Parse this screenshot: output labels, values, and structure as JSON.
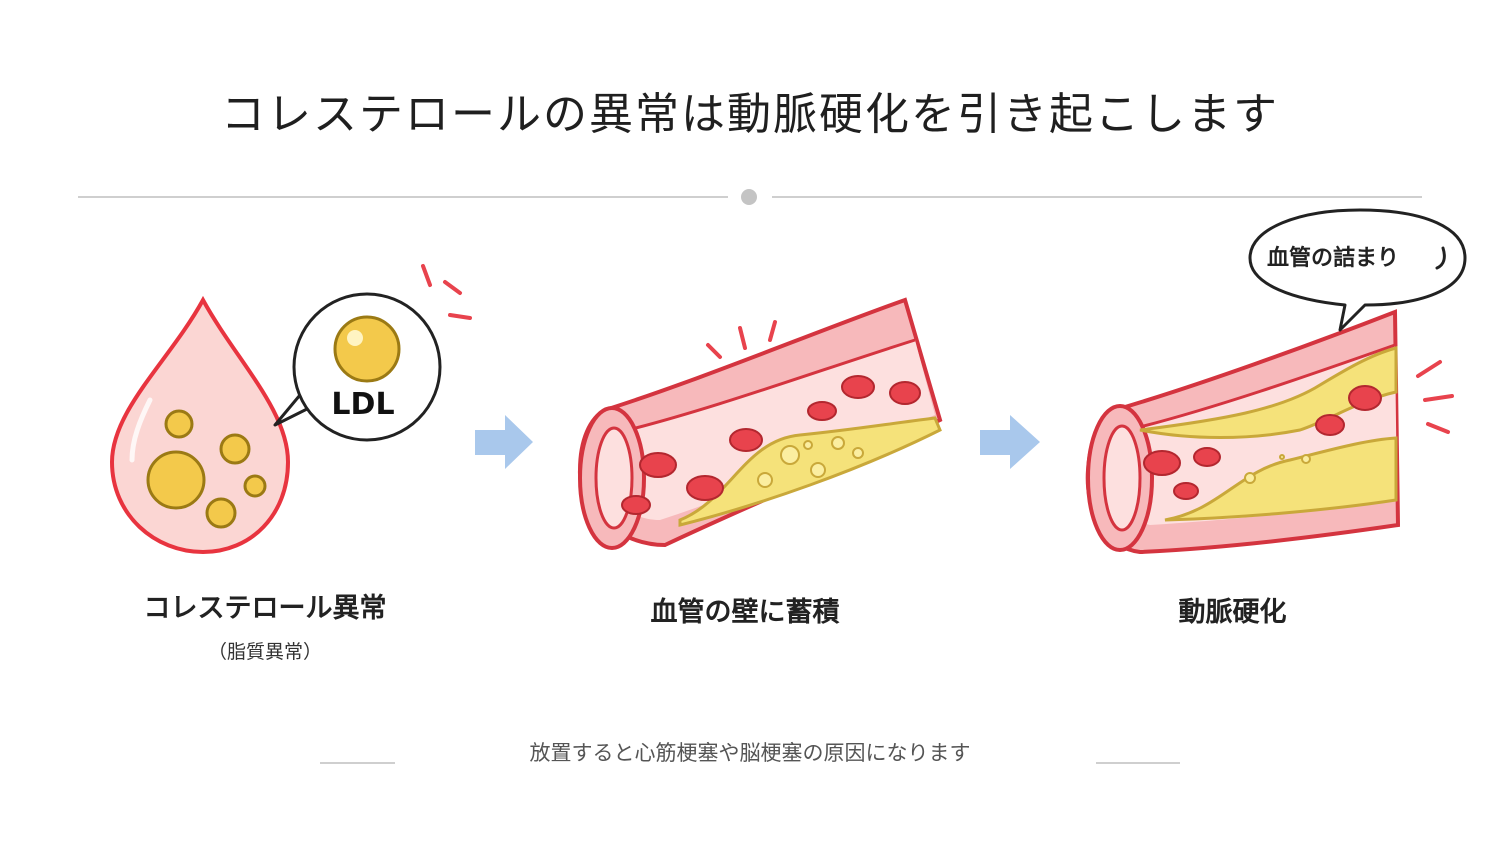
{
  "title": "コレステロールの異常は動脈硬化を引き起こします",
  "steps": [
    {
      "label": "コレステロール異常",
      "sublabel": "（脂質異常）"
    },
    {
      "label": "血管の壁に蓄積"
    },
    {
      "label": "動脈硬化"
    }
  ],
  "ldl_label": "LDL",
  "bubble_label": "血管の詰まり",
  "footer": "放置すると心筋梗塞や脳梗塞の原因になります",
  "colors": {
    "vessel_outline": "#d4343f",
    "vessel_fill": "#f7b9bb",
    "plaque": "#f5e27a",
    "cell": "#e8434d",
    "arrow": "#a9c8ec",
    "drop_fill": "#fbd6d3"
  }
}
